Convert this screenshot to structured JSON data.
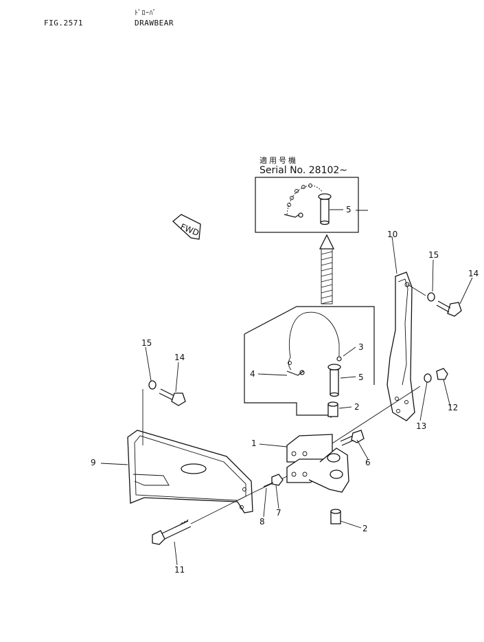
{
  "header": {
    "fig_label": "FIG.2571",
    "title_kana": "ﾄﾞﾛｰﾊﾞ",
    "title_en": "DRAWBEAR"
  },
  "inset": {
    "serial_jp": "適用号機",
    "serial_no": "Serial No. 28102~"
  },
  "fwd_label": "FWD",
  "callouts": {
    "c1": "1",
    "c2a": "2",
    "c2b": "2",
    "c3": "3",
    "c4": "4",
    "c5a": "5",
    "c5b": "5",
    "c6": "6",
    "c7": "7",
    "c8": "8",
    "c9": "9",
    "c10": "10",
    "c11": "11",
    "c12": "12",
    "c13": "13",
    "c14a": "14",
    "c14b": "14",
    "c15a": "15",
    "c15b": "15"
  }
}
